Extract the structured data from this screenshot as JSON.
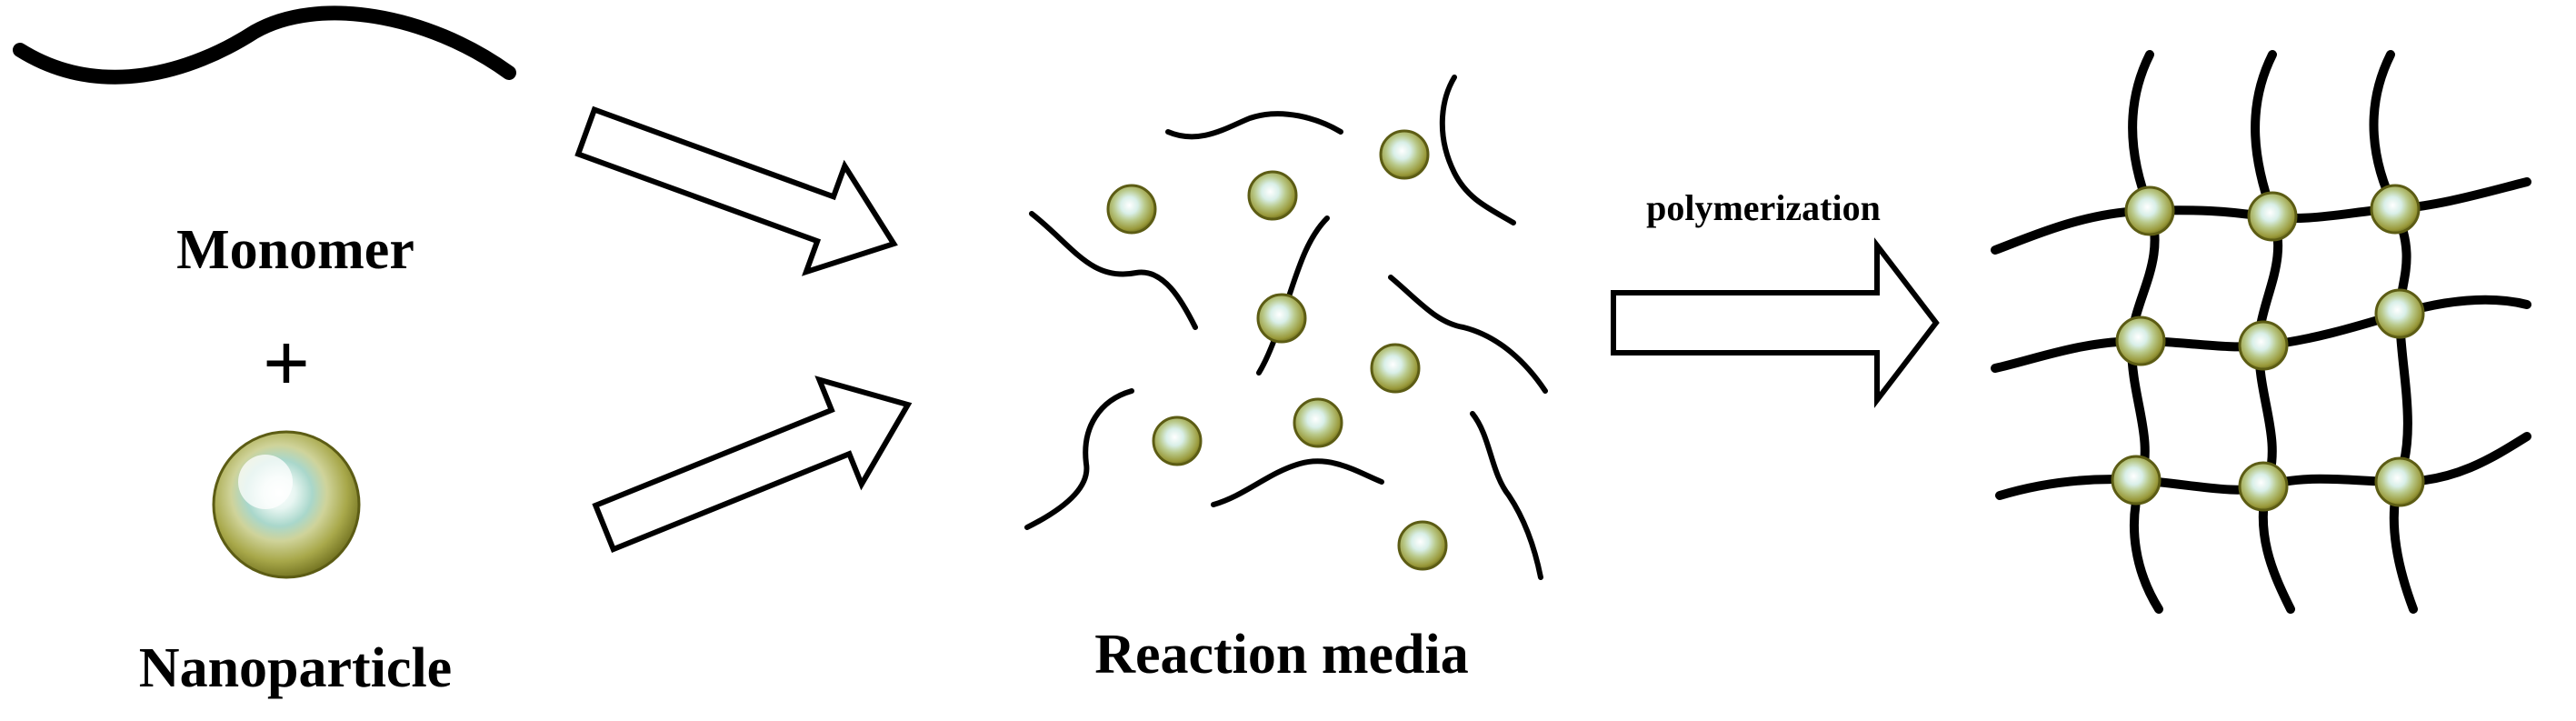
{
  "labels": {
    "monomer": "Monomer",
    "plus": "+",
    "nanoparticle": "Nanoparticle",
    "reaction_media": "Reaction media",
    "polymerization": "polymerization"
  },
  "colors": {
    "line": "#000000",
    "particle_outer": "#9a9a3a",
    "particle_mid": "#c9c97a",
    "particle_core": "#bfe0d6",
    "particle_highlight": "#ffffff",
    "background": "#ffffff"
  },
  "icons": {
    "monomer": "wavy-chain-icon",
    "nanoparticle": "sphere-icon",
    "arrow": "hollow-arrow-icon"
  }
}
